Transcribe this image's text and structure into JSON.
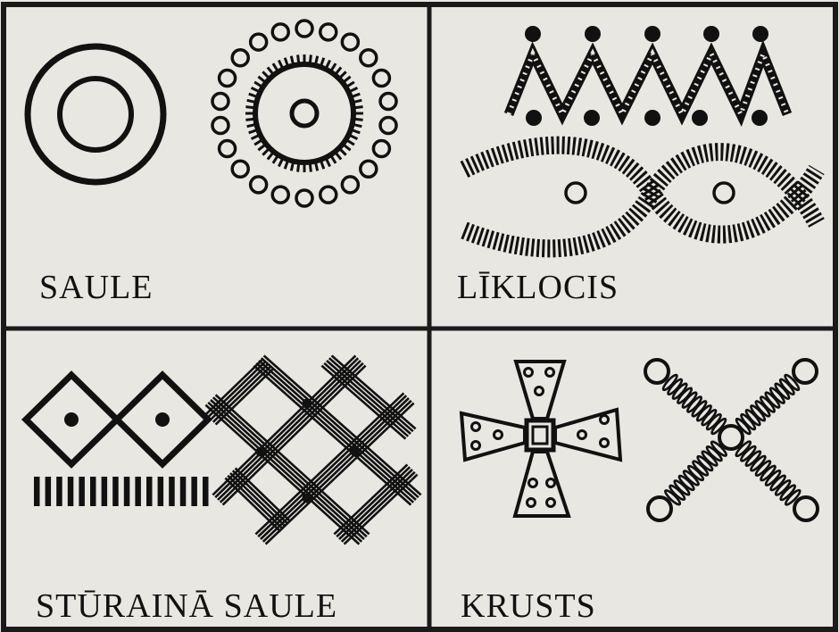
{
  "panels": [
    {
      "id": "saule",
      "label": "SAULE"
    },
    {
      "id": "liklocis",
      "label": "LĪKLOCIS"
    },
    {
      "id": "sturaina-saule",
      "label": "STŪRAINĀ SAULE"
    },
    {
      "id": "krusts",
      "label": "KRUSTS"
    }
  ],
  "colors": {
    "paper": "#e9e7e2",
    "ink": "#111111",
    "grid_line": "#1a1a1a"
  }
}
